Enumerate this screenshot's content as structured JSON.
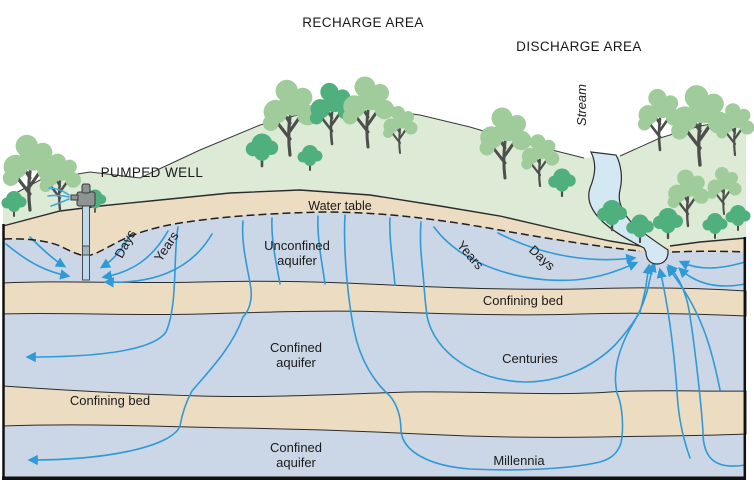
{
  "figure": {
    "type": "groundwater-flow-cross-section-diagram",
    "areas": {
      "recharge": "RECHARGE AREA",
      "discharge": "DISCHARGE AREA",
      "pumped_well": "PUMPED WELL",
      "stream": "Stream"
    },
    "surface": {
      "water_table": "Water table"
    },
    "layers": {
      "unconfined_aquifer": [
        "Unconfined",
        "aquifer"
      ],
      "confining_bed_upper": "Confining bed",
      "confined_aquifer_upper": [
        "Confined",
        "aquifer"
      ],
      "confining_bed_lower": "Confining bed",
      "confined_aquifer_lower": [
        "Confined",
        "aquifer"
      ]
    },
    "travel_times": {
      "days_left": "Days",
      "years_left": "Years",
      "years_right": "Years",
      "days_right": "Days",
      "centuries": "Centuries",
      "millennia": "Millennia"
    },
    "colors": {
      "land_green": "#dcead6",
      "tree_light_green": "#a0cc9c",
      "tree_dark_green": "#4fb07e",
      "trunk_gray": "#4d4f4c",
      "unsaturated_tan": "#ecdcc2",
      "confining_bed_tan": "#ecdcc2",
      "aquifer_blue": "#cbd7e7",
      "stream_blue": "#d4e8f3",
      "flow_line_blue": "#2f9ad6",
      "outline_dark": "#2b2b2b",
      "well_gray": "#8e9494",
      "casing_blue": "#bdd9ec"
    }
  }
}
